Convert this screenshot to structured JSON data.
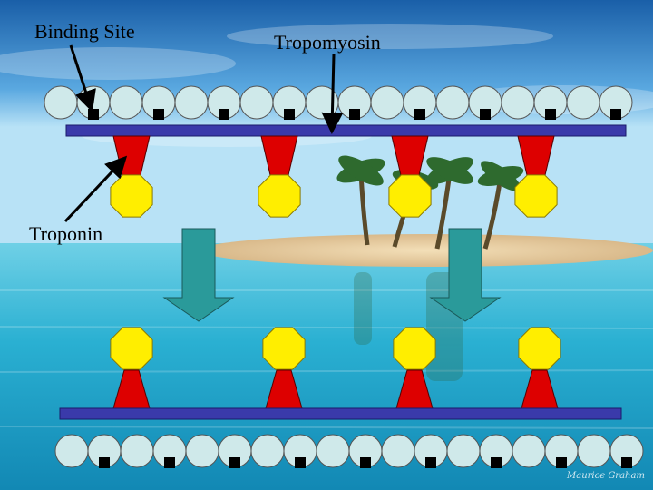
{
  "labels": {
    "binding_site": "Binding Site",
    "tropomyosin": "Tropomyosin",
    "troponin": "Troponin"
  },
  "watermark": "Maurice Graham",
  "colors": {
    "actin_bead": "#cfe9ea",
    "tropomyosin_rod": "#3a3aaa",
    "troponin_stem": "#dd0000",
    "troponin_head": "#ffee00",
    "arrow": "#2a9a9a",
    "binding_site": "#000000"
  },
  "diagram": {
    "panels": [
      {
        "state": "binding-sites-covered",
        "bead_count": 18,
        "troponin_count": 4
      },
      {
        "state": "binding-sites-exposed",
        "bead_count": 18,
        "troponin_count": 4
      }
    ],
    "arrow_count": 2
  }
}
